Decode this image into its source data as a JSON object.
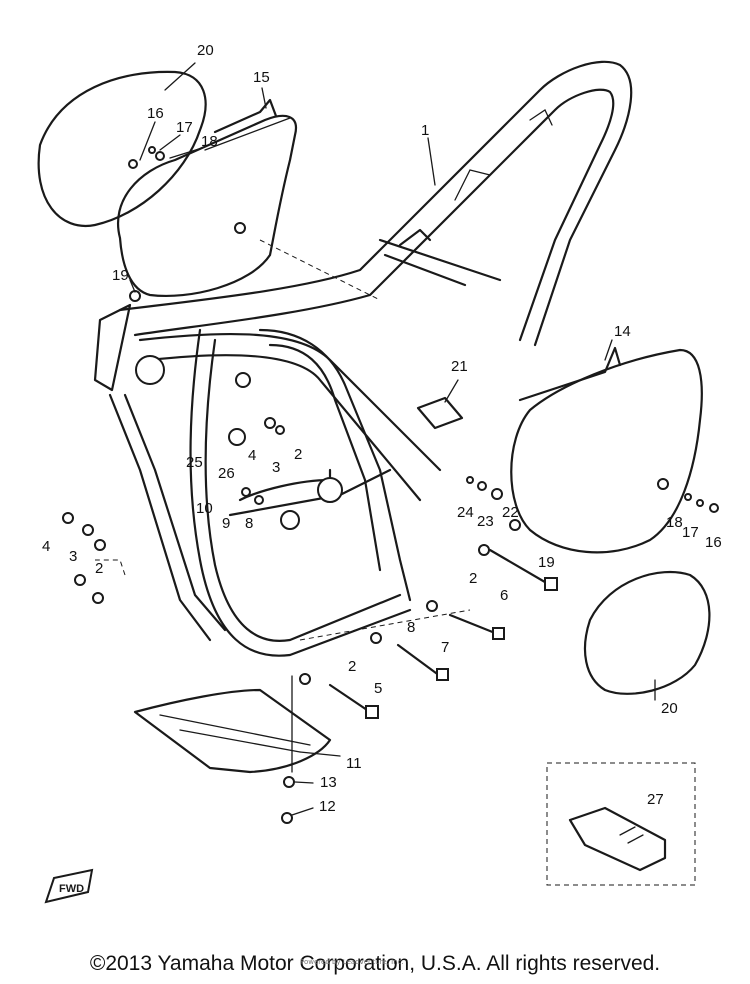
{
  "diagram": {
    "callouts": [
      "20",
      "15",
      "16",
      "17",
      "18",
      "1",
      "19",
      "14",
      "21",
      "25",
      "4",
      "3",
      "2",
      "26",
      "10",
      "9",
      "8",
      "24",
      "23",
      "22",
      "18",
      "17",
      "16",
      "4",
      "3",
      "2",
      "19",
      "2",
      "6",
      "8",
      "7",
      "2",
      "5",
      "11",
      "13",
      "12",
      "20",
      "27"
    ],
    "fwd_label": "FWD"
  },
  "footer": {
    "copyright": "©2013 Yamaha Motor Corporation, U.S.A. All rights reserved.",
    "watermark": "Powered by Leadventure, Inc."
  }
}
